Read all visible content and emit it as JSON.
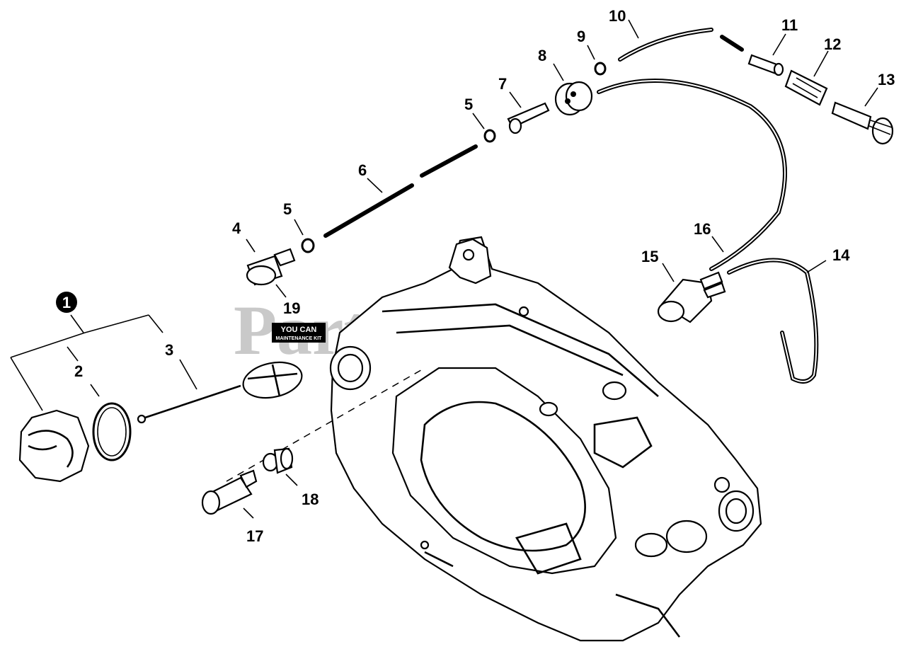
{
  "watermark": "PartsTree",
  "kit_badge": {
    "line1": "YOU CAN",
    "line2": "MAINTENANCE KIT"
  },
  "callouts": [
    {
      "id": "c1",
      "label": "1",
      "kind": "circled"
    },
    {
      "id": "c2",
      "label": "2"
    },
    {
      "id": "c3",
      "label": "3"
    },
    {
      "id": "c4",
      "label": "4"
    },
    {
      "id": "c5a",
      "label": "5"
    },
    {
      "id": "c5b",
      "label": "5"
    },
    {
      "id": "c6",
      "label": "6"
    },
    {
      "id": "c7",
      "label": "7"
    },
    {
      "id": "c8",
      "label": "8"
    },
    {
      "id": "c9",
      "label": "9"
    },
    {
      "id": "c10",
      "label": "10"
    },
    {
      "id": "c11",
      "label": "11"
    },
    {
      "id": "c12",
      "label": "12"
    },
    {
      "id": "c13",
      "label": "13"
    },
    {
      "id": "c14",
      "label": "14"
    },
    {
      "id": "c15",
      "label": "15"
    },
    {
      "id": "c16",
      "label": "16"
    },
    {
      "id": "c17",
      "label": "17"
    },
    {
      "id": "c18",
      "label": "18"
    },
    {
      "id": "c19",
      "label": "19"
    }
  ]
}
